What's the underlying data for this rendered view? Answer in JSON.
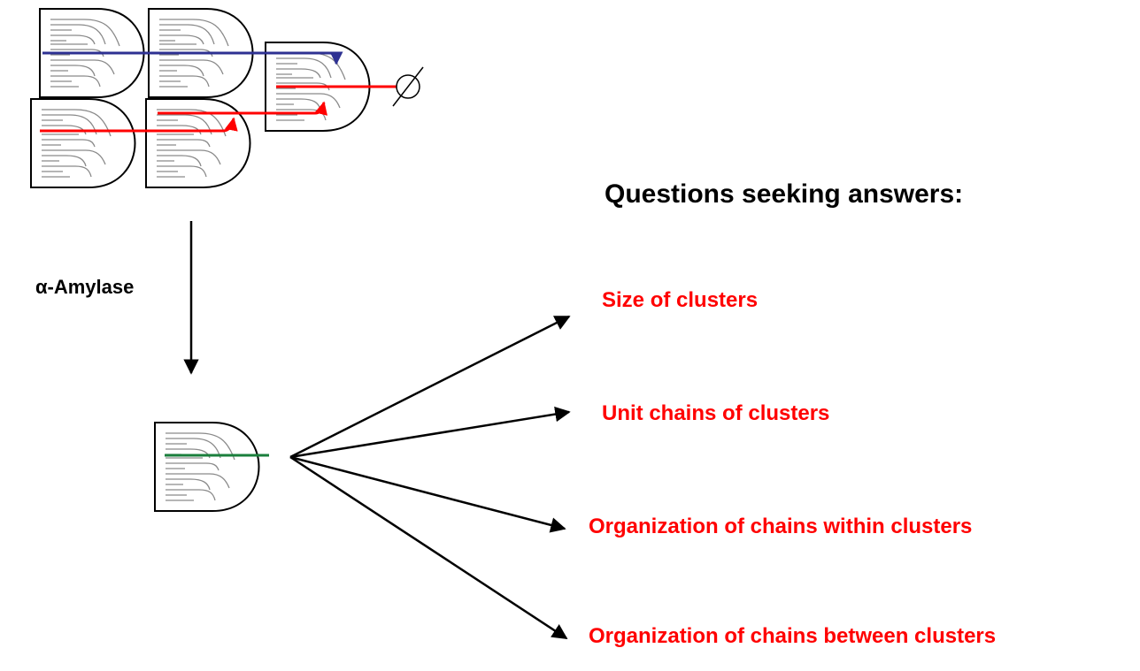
{
  "heading": "Questions seeking answers:",
  "enzyme_label": "α-Amylase",
  "empty_set_symbol": "∅",
  "questions": [
    "Size of clusters",
    "Unit chains of clusters",
    "Organization of chains within clusters",
    "Organization of chains between clusters"
  ],
  "colors": {
    "text": "#000000",
    "question": "#ff0000",
    "blue_chain": "#2e3192",
    "red_chain": "#ff0000",
    "green_chain": "#1a7f3c",
    "inner_chain": "#8a8a8a"
  }
}
